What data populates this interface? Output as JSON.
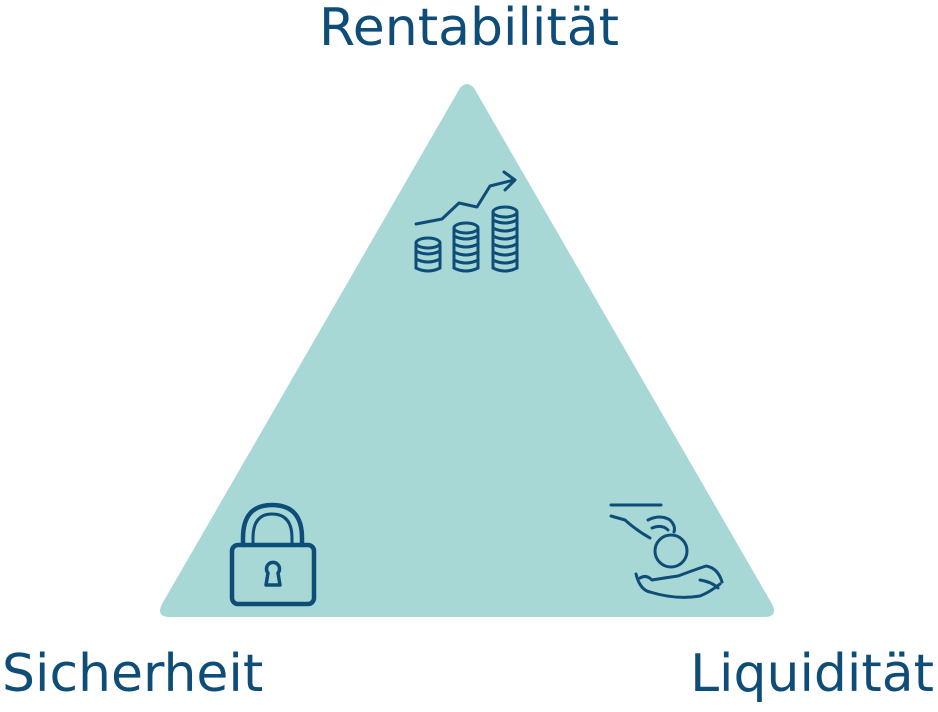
{
  "diagram": {
    "labels": {
      "top": "Rentabilität",
      "left": "Sicherheit",
      "right": "Liquidität"
    },
    "icons": {
      "top": "rising-coin-stacks-icon",
      "left": "padlock-icon",
      "right": "hand-giving-coin-icon"
    },
    "colors": {
      "triangle_fill": "#a7d8d6",
      "primary": "#0e4d78",
      "background": "#ffffff"
    }
  }
}
